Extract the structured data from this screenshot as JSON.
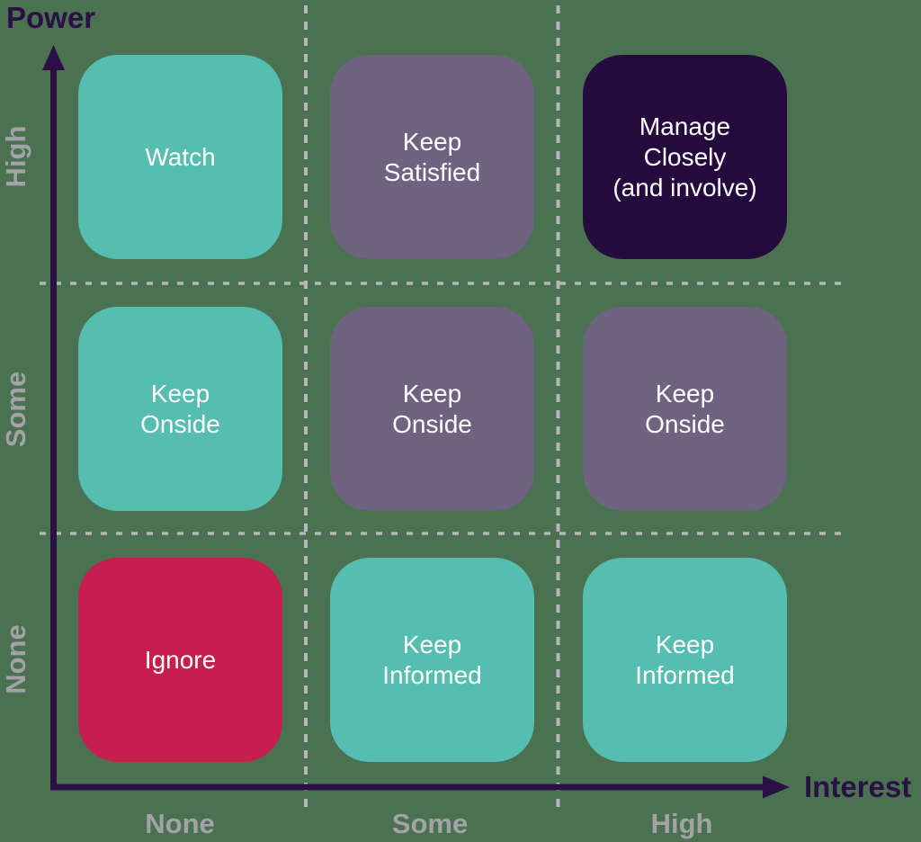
{
  "diagram": {
    "type": "stakeholder-power-interest-matrix",
    "y_axis_title": "Power",
    "x_axis_title": "Interest",
    "y_ticks": [
      "High",
      "Some",
      "None"
    ],
    "x_ticks": [
      "None",
      "Some",
      "High"
    ]
  },
  "matrix": {
    "rows": [
      {
        "power": "High",
        "cells": [
          {
            "label": "Watch",
            "color": "teal"
          },
          {
            "label": "Keep\nSatisfied",
            "color": "purple"
          },
          {
            "label": "Manage\nClosely\n(and involve)",
            "color": "dark_purple"
          }
        ]
      },
      {
        "power": "Some",
        "cells": [
          {
            "label": "Keep\nOnside",
            "color": "teal"
          },
          {
            "label": "Keep\nOnside",
            "color": "purple"
          },
          {
            "label": "Keep\nOnside",
            "color": "purple"
          }
        ]
      },
      {
        "power": "None",
        "cells": [
          {
            "label": "Ignore",
            "color": "crimson"
          },
          {
            "label": "Keep\nInformed",
            "color": "teal"
          },
          {
            "label": "Keep\nInformed",
            "color": "teal"
          }
        ]
      }
    ]
  },
  "colors": {
    "background": "#4A7150",
    "teal": "#56BDB1",
    "purple": "#6E6482",
    "dark_purple": "#250A3E",
    "crimson": "#C61E4E",
    "axis": "#2A1045",
    "tick_label": "#A3A2A6",
    "dashed_line": "#B7B6BA",
    "cell_text": "#FFFFFF"
  }
}
